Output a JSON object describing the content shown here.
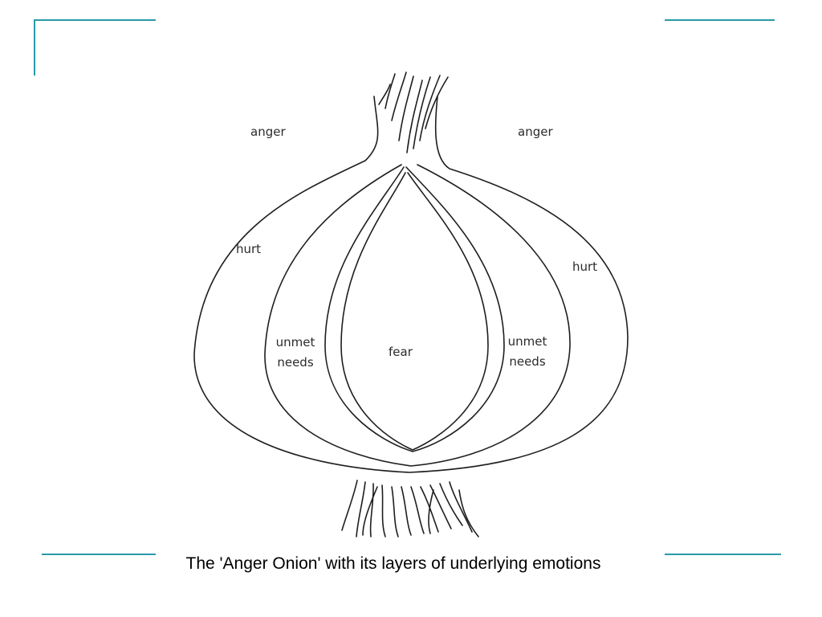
{
  "diagram": {
    "labels": {
      "anger_left": "anger",
      "anger_right": "anger",
      "hurt_left": "hurt",
      "hurt_right": "hurt",
      "unmet_left_line1": "unmet",
      "unmet_left_line2": "needs",
      "unmet_right_line1": "unmet",
      "unmet_right_line2": "needs",
      "fear": "fear"
    },
    "caption": "The 'Anger Onion' with its layers of underlying emotions"
  },
  "colors": {
    "frame_accent": "#2a9aa8",
    "stroke": "#1e1e1e"
  }
}
